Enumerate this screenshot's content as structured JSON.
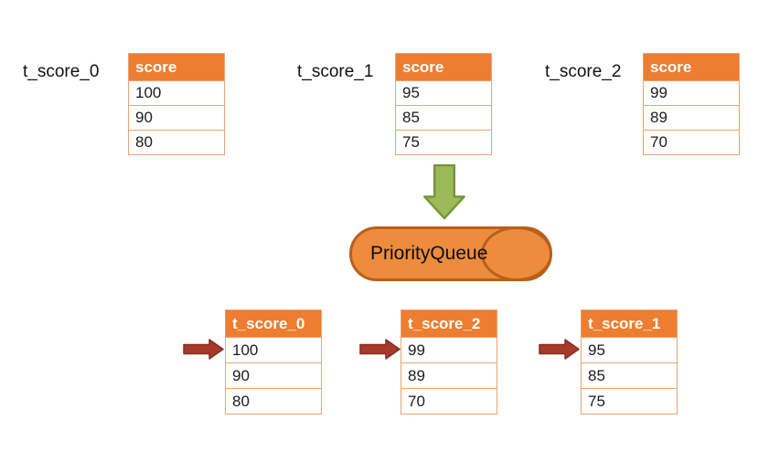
{
  "colors": {
    "header_orange": "#ED7D31",
    "table_border": "#E8A571",
    "queue_fill": "#EE8C3D",
    "queue_border": "#B95F1D",
    "green_arrow_fill": "#9BBB59",
    "green_arrow_border": "#77933C",
    "red_arrow_fill": "#A73A2B",
    "red_arrow_border": "#842E21"
  },
  "icons": {
    "down_arrow": "down-block-arrow-icon",
    "right_arrow": "right-block-arrow-icon"
  },
  "top_section": {
    "tables": [
      {
        "label": "t_score_0",
        "header": "score",
        "rows": [
          "100",
          "90",
          "80"
        ]
      },
      {
        "label": "t_score_1",
        "header": "score",
        "rows": [
          "95",
          "85",
          "75"
        ]
      },
      {
        "label": "t_score_2",
        "header": "score",
        "rows": [
          "99",
          "89",
          "70"
        ]
      }
    ]
  },
  "queue": {
    "label": "PriorityQueue"
  },
  "bottom_section": {
    "tables": [
      {
        "header": "t_score_0",
        "rows": [
          "100",
          "90",
          "80"
        ]
      },
      {
        "header": "t_score_2",
        "rows": [
          "99",
          "89",
          "70"
        ]
      },
      {
        "header": "t_score_1",
        "rows": [
          "95",
          "85",
          "75"
        ]
      }
    ]
  }
}
